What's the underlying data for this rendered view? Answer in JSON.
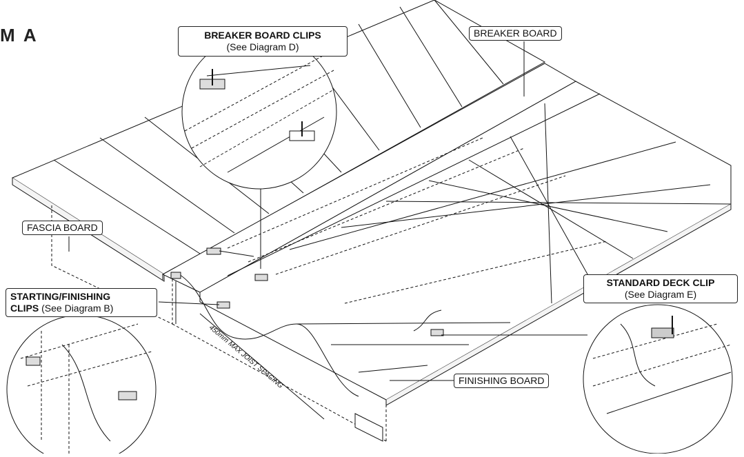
{
  "page_heading_fragment": "M A",
  "callouts": {
    "breaker_board_clips": {
      "title": "BREAKER BOARD CLIPS",
      "note": "(See Diagram D)"
    },
    "breaker_board": {
      "label": "BREAKER BOARD"
    },
    "fascia_board": {
      "label": "FASCIA BOARD"
    },
    "starting_finishing_clips": {
      "title_line1": "STARTING/FINISHING",
      "title_line2": "CLIPS",
      "note": "(See Diagram B)"
    },
    "standard_deck_clip": {
      "title": "STANDARD DECK CLIP",
      "note": "(See Diagram E)"
    },
    "finishing_board": {
      "label": "FINISHING BOARD"
    }
  },
  "dimension": {
    "joist_spacing": "450mm MAX JOIST SPACING"
  }
}
